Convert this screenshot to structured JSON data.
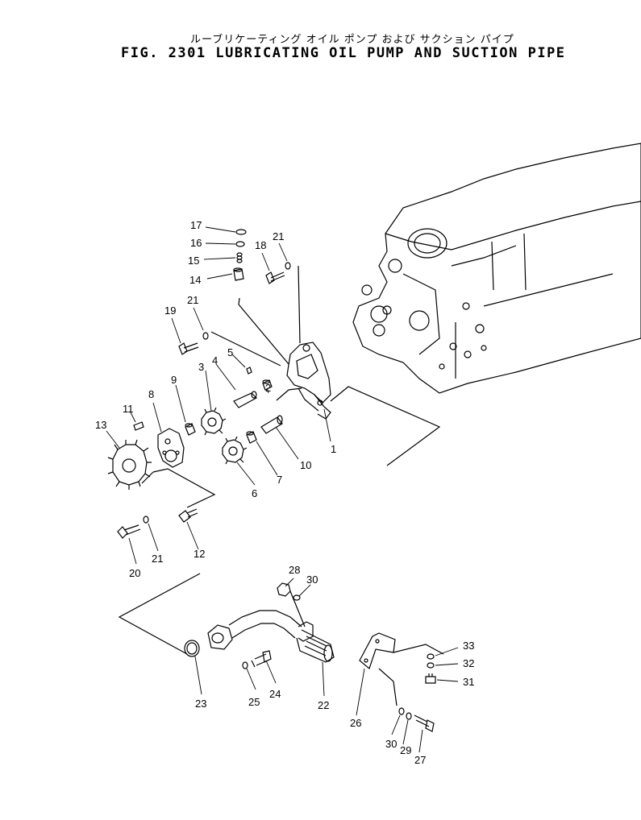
{
  "header": {
    "title_jp": "ルーブリケーティング オイル ポンプ および サクション パイプ",
    "title_en": "FIG. 2301  LUBRICATING OIL PUMP AND SUCTION PIPE"
  },
  "callouts": {
    "c1": "1",
    "c2": "2",
    "c3": "3",
    "c4": "4",
    "c5": "5",
    "c6": "6",
    "c7": "7",
    "c8": "8",
    "c9": "9",
    "c10": "10",
    "c11": "11",
    "c12": "12",
    "c13": "13",
    "c14": "14",
    "c15": "15",
    "c16": "16",
    "c17": "17",
    "c18": "18",
    "c19": "19",
    "c20": "20",
    "c21a": "21",
    "c21b": "21",
    "c21c": "21",
    "c22": "22",
    "c23": "23",
    "c24": "24",
    "c25": "25",
    "c26": "26",
    "c27": "27",
    "c28": "28",
    "c29": "29",
    "c30a": "30",
    "c30b": "30",
    "c31": "31",
    "c32": "32",
    "c33": "33"
  }
}
